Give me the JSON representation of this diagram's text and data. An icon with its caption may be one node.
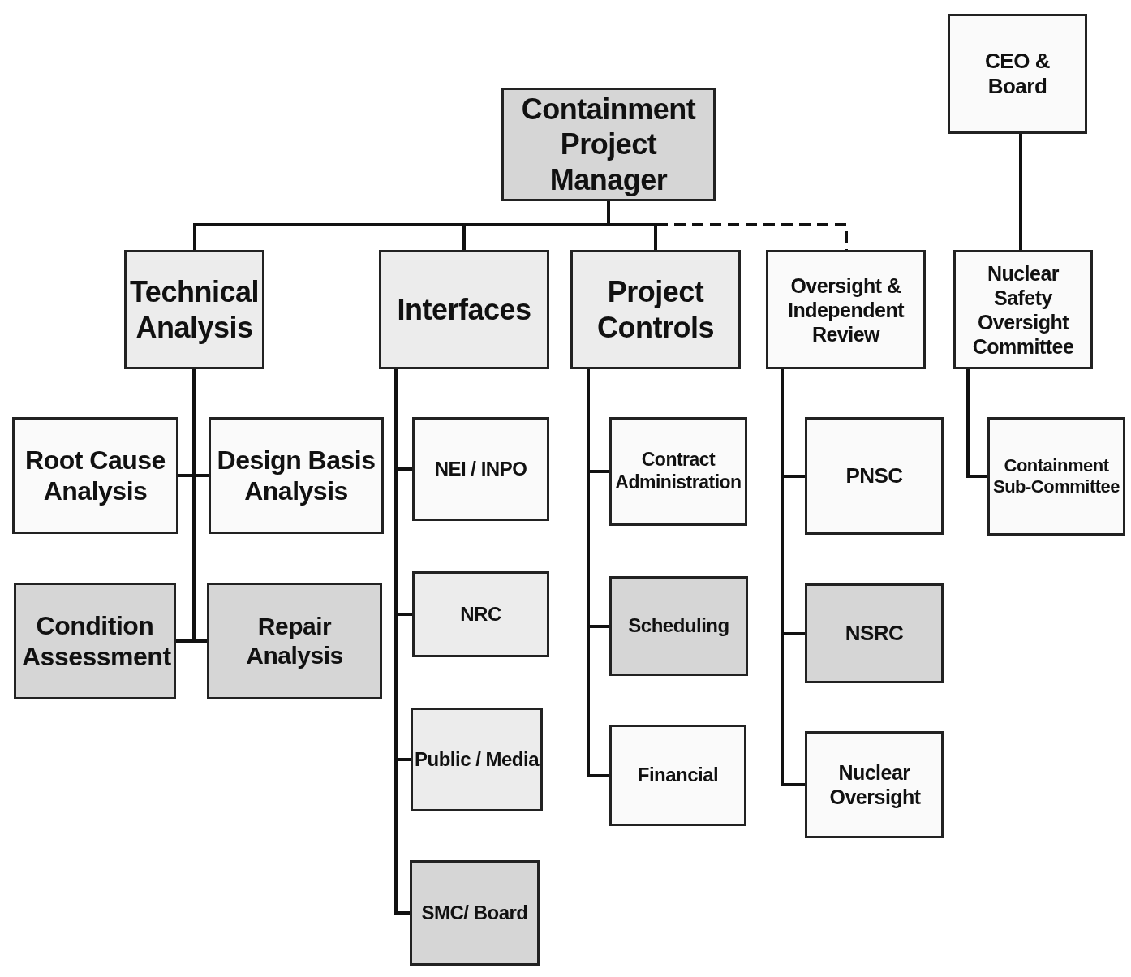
{
  "diagram": {
    "nodes": [
      {
        "text": [
          "Containment Project Manager"
        ]
      },
      {
        "text": [
          "CEO & Board"
        ]
      },
      {
        "text": [
          "Technical Analysis"
        ]
      },
      {
        "text": [
          "Interfaces"
        ]
      },
      {
        "text": [
          "Project Controls"
        ]
      },
      {
        "text": [
          "Oversight & Independent Review"
        ]
      },
      {
        "text": [
          "Nuclear Safety Oversight Committee"
        ]
      },
      {
        "text": [
          "Root Cause Analysis"
        ]
      },
      {
        "text": [
          "Design Basis Analysis"
        ]
      },
      {
        "text": [
          "Condition Assessment"
        ]
      },
      {
        "text": [
          "Repair Analysis"
        ]
      },
      {
        "text": [
          "NEI / INPO"
        ]
      },
      {
        "text": [
          "NRC"
        ]
      },
      {
        "text": [
          "Public / Media"
        ]
      },
      {
        "text": [
          "SMC/ Board"
        ]
      },
      {
        "text": [
          "Contract Administration"
        ]
      },
      {
        "text": [
          "Scheduling"
        ]
      },
      {
        "text": [
          "Financial"
        ]
      },
      {
        "text": [
          "PNSC"
        ]
      },
      {
        "text": [
          "NSRC"
        ]
      },
      {
        "text": [
          "Nuclear Oversight"
        ]
      },
      {
        "text": [
          "Containment Sub-Committee"
        ]
      }
    ],
    "edges": [
      {
        "from": 0,
        "to": 5,
        "arrow": "none",
        "style": "dashed"
      },
      {
        "from": 0,
        "to": 2,
        "arrow": "none"
      },
      {
        "from": 0,
        "to": 3,
        "arrow": "none"
      },
      {
        "from": 0,
        "to": 4,
        "arrow": "none"
      },
      {
        "from": 1,
        "to": 6,
        "arrow": "none"
      },
      {
        "from": 2,
        "to": 7,
        "arrow": "none"
      },
      {
        "from": 2,
        "to": 8,
        "arrow": "none"
      },
      {
        "from": 2,
        "to": 9,
        "arrow": "none"
      },
      {
        "from": 2,
        "to": 10,
        "arrow": "none"
      },
      {
        "from": 3,
        "to": 11,
        "arrow": "none"
      },
      {
        "from": 3,
        "to": 12,
        "arrow": "none"
      },
      {
        "from": 3,
        "to": 13,
        "arrow": "none"
      },
      {
        "from": 3,
        "to": 14,
        "arrow": "none"
      },
      {
        "from": 4,
        "to": 15,
        "arrow": "none"
      },
      {
        "from": 4,
        "to": 16,
        "arrow": "none"
      },
      {
        "from": 4,
        "to": 17,
        "arrow": "none"
      },
      {
        "from": 5,
        "to": 18,
        "arrow": "none"
      },
      {
        "from": 5,
        "to": 19,
        "arrow": "none"
      },
      {
        "from": 5,
        "to": 20,
        "arrow": "none"
      },
      {
        "from": 6,
        "to": 21,
        "arrow": "none"
      }
    ]
  }
}
